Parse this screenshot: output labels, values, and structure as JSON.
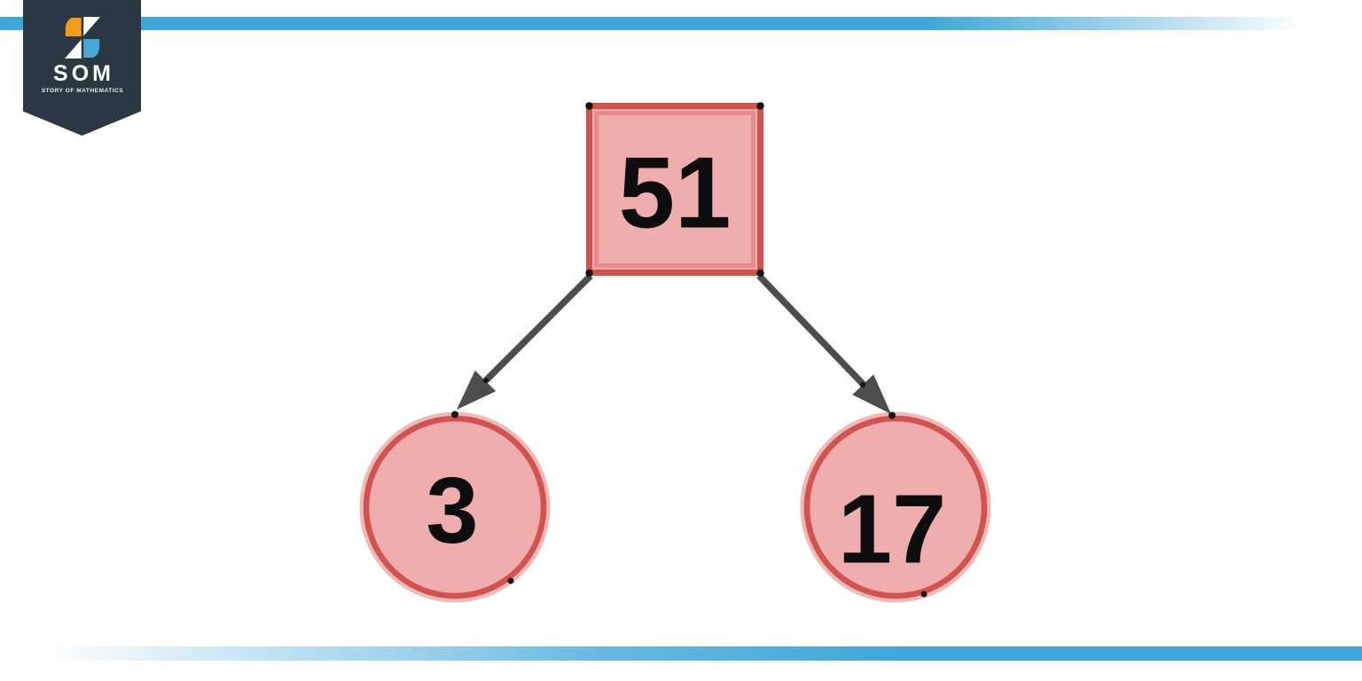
{
  "brand": {
    "name": "SOM",
    "tagline": "STORY OF MATHEMATICS"
  },
  "diagram": {
    "type": "factor_tree",
    "root": {
      "value": "51",
      "shape": "square"
    },
    "children": [
      {
        "value": "3",
        "shape": "circle"
      },
      {
        "value": "17",
        "shape": "circle"
      }
    ],
    "edges": [
      {
        "from": "51",
        "to": "3"
      },
      {
        "from": "51",
        "to": "17"
      }
    ]
  },
  "colors": {
    "stripe_blue": "#3fa6d9",
    "badge_background": "#2b3844",
    "logo_orange": "#f39b1d",
    "logo_blue": "#4aa8d8",
    "logo_white": "#ffffff",
    "node_fill": "#f0adad",
    "node_stroke": "#d4524e",
    "node_stroke_soft": "rgba(212,82,78,0.4)",
    "arrow": "#4d4d4d",
    "vertex_point": "#151515",
    "label_text": "#0d0d0d"
  }
}
